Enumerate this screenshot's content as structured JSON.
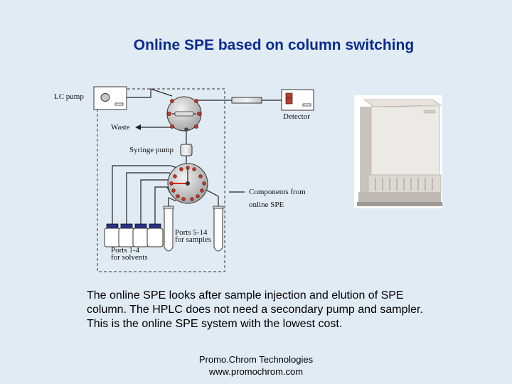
{
  "slide": {
    "title": "Online SPE based on column switching"
  },
  "diagram": {
    "labels": {
      "lc_pump": "LC pump",
      "detector": "Detector",
      "waste": "Waste",
      "syringe_pump": "Syringe pump",
      "components_line1": "Components from",
      "components_line2": "online SPE",
      "ports_samples_line1": "Ports 5-14",
      "ports_samples_line2": "for samples",
      "ports_solvents_line1": "Ports 1-4",
      "ports_solvents_line2": "for solvents"
    }
  },
  "description": {
    "line1": "The online SPE looks after sample injection and elution of SPE",
    "line2": "column. The HPLC does not need a secondary pump and sampler.",
    "line3": "This is the online SPE system with the lowest cost."
  },
  "footer": {
    "company": "Promo.Chrom Technologies",
    "website": "www.promochrom.com"
  }
}
